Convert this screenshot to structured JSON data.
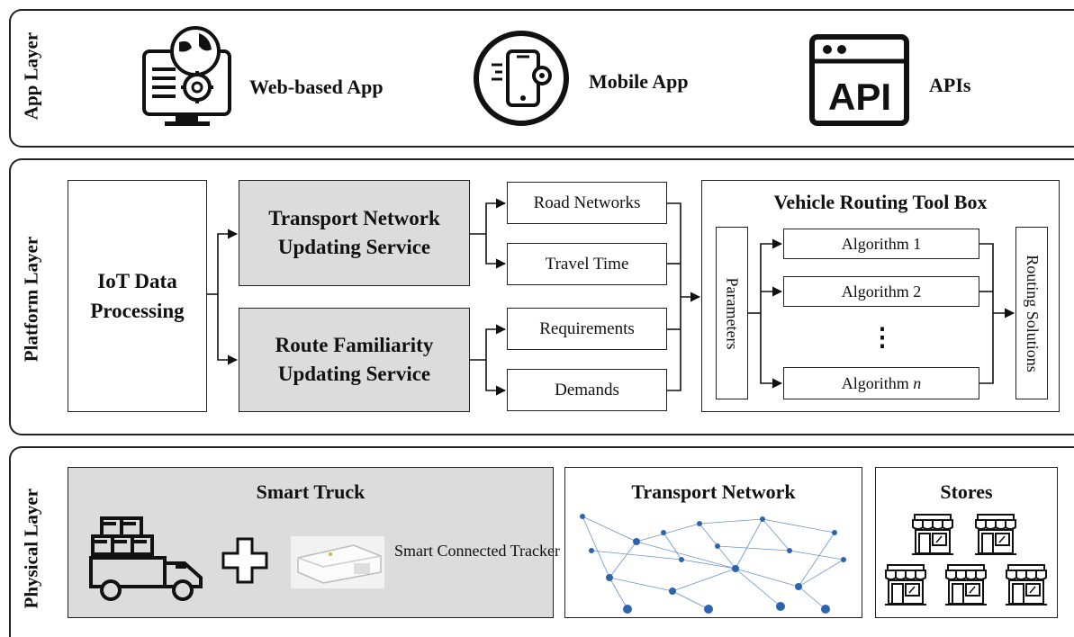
{
  "layers": {
    "app": "App Layer",
    "platform": "Platform Layer",
    "physical": "Physical Layer"
  },
  "app": {
    "web": "Web-based App",
    "mobile": "Mobile App",
    "apis": "APIs",
    "api_icon_text": "API"
  },
  "platform": {
    "iot": "IoT Data Processing",
    "transport_service": "Transport Network Updating Service",
    "route_service": "Route Familiarity Updating Service",
    "road_networks": "Road Networks",
    "travel_time": "Travel Time",
    "requirements": "Requirements",
    "demands": "Demands",
    "toolbox_title": "Vehicle Routing Tool Box",
    "parameters": "Parameters",
    "algorithm1": "Algorithm 1",
    "algorithm2": "Algorithm 2",
    "ellipsis": "⋮",
    "algorithm_n_prefix": "Algorithm ",
    "algorithm_n_var": "n",
    "routing_solutions": "Routing Solutions"
  },
  "physical": {
    "smart_truck": "Smart Truck",
    "tracker": "Smart Connected Tracker",
    "transport_network": "Transport Network",
    "stores": "Stores"
  }
}
